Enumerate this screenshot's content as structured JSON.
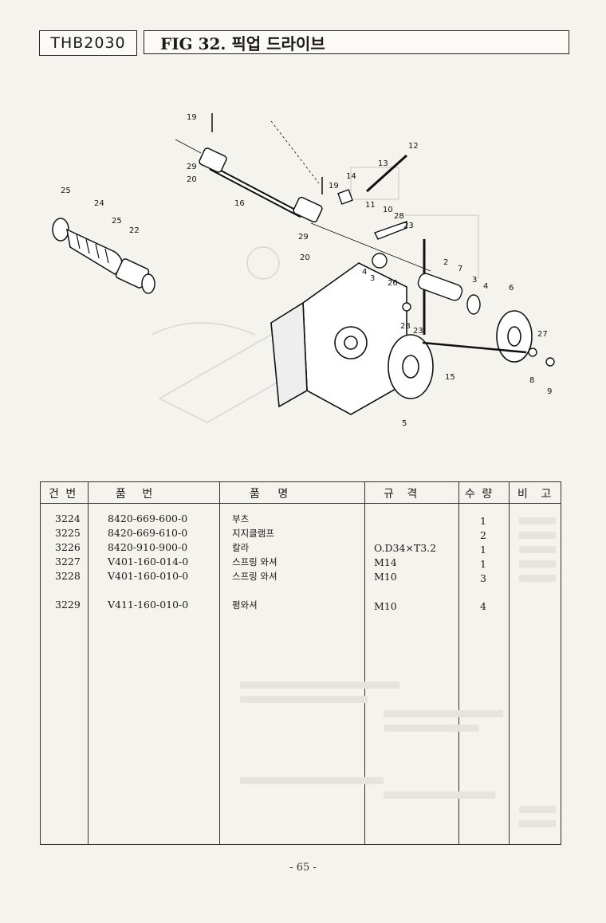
{
  "header": {
    "model": "THB2030",
    "figure_title": "FIG 32. 픽업 드라이브"
  },
  "diagram": {
    "callouts": [
      "19",
      "12",
      "29",
      "20",
      "19",
      "13",
      "14",
      "25",
      "24",
      "16",
      "11",
      "10",
      "28",
      "23",
      "25",
      "22",
      "29",
      "20",
      "4",
      "3",
      "26",
      "2",
      "7",
      "3",
      "4",
      "6",
      "28",
      "23",
      "27",
      "15",
      "8",
      "9",
      "5"
    ]
  },
  "table": {
    "headers": {
      "item_no": "건 번",
      "part_no": "품 번",
      "part_name": "품 명",
      "spec": "규 격",
      "qty": "수 량",
      "remark": "비 고"
    },
    "rows": [
      {
        "item_no": "3224",
        "part_no": "8420-669-600-0",
        "part_name": "부츠",
        "spec": "",
        "qty": "1"
      },
      {
        "item_no": "3225",
        "part_no": "8420-669-610-0",
        "part_name": "지지클램프",
        "spec": "",
        "qty": "2"
      },
      {
        "item_no": "3226",
        "part_no": "8420-910-900-0",
        "part_name": "칼라",
        "spec": "O.D34×T3.2",
        "qty": "1"
      },
      {
        "item_no": "3227",
        "part_no": "V401-160-014-0",
        "part_name": "스프링 와셔",
        "spec": "M14",
        "qty": "1"
      },
      {
        "item_no": "3228",
        "part_no": "V401-160-010-0",
        "part_name": "스프링 와셔",
        "spec": "M10",
        "qty": "3"
      },
      {
        "item_no": "3229",
        "part_no": "V411-160-010-0",
        "part_name": "평와셔",
        "spec": "M10",
        "qty": "4"
      }
    ]
  },
  "footer": {
    "page_number": "- 65 -"
  }
}
